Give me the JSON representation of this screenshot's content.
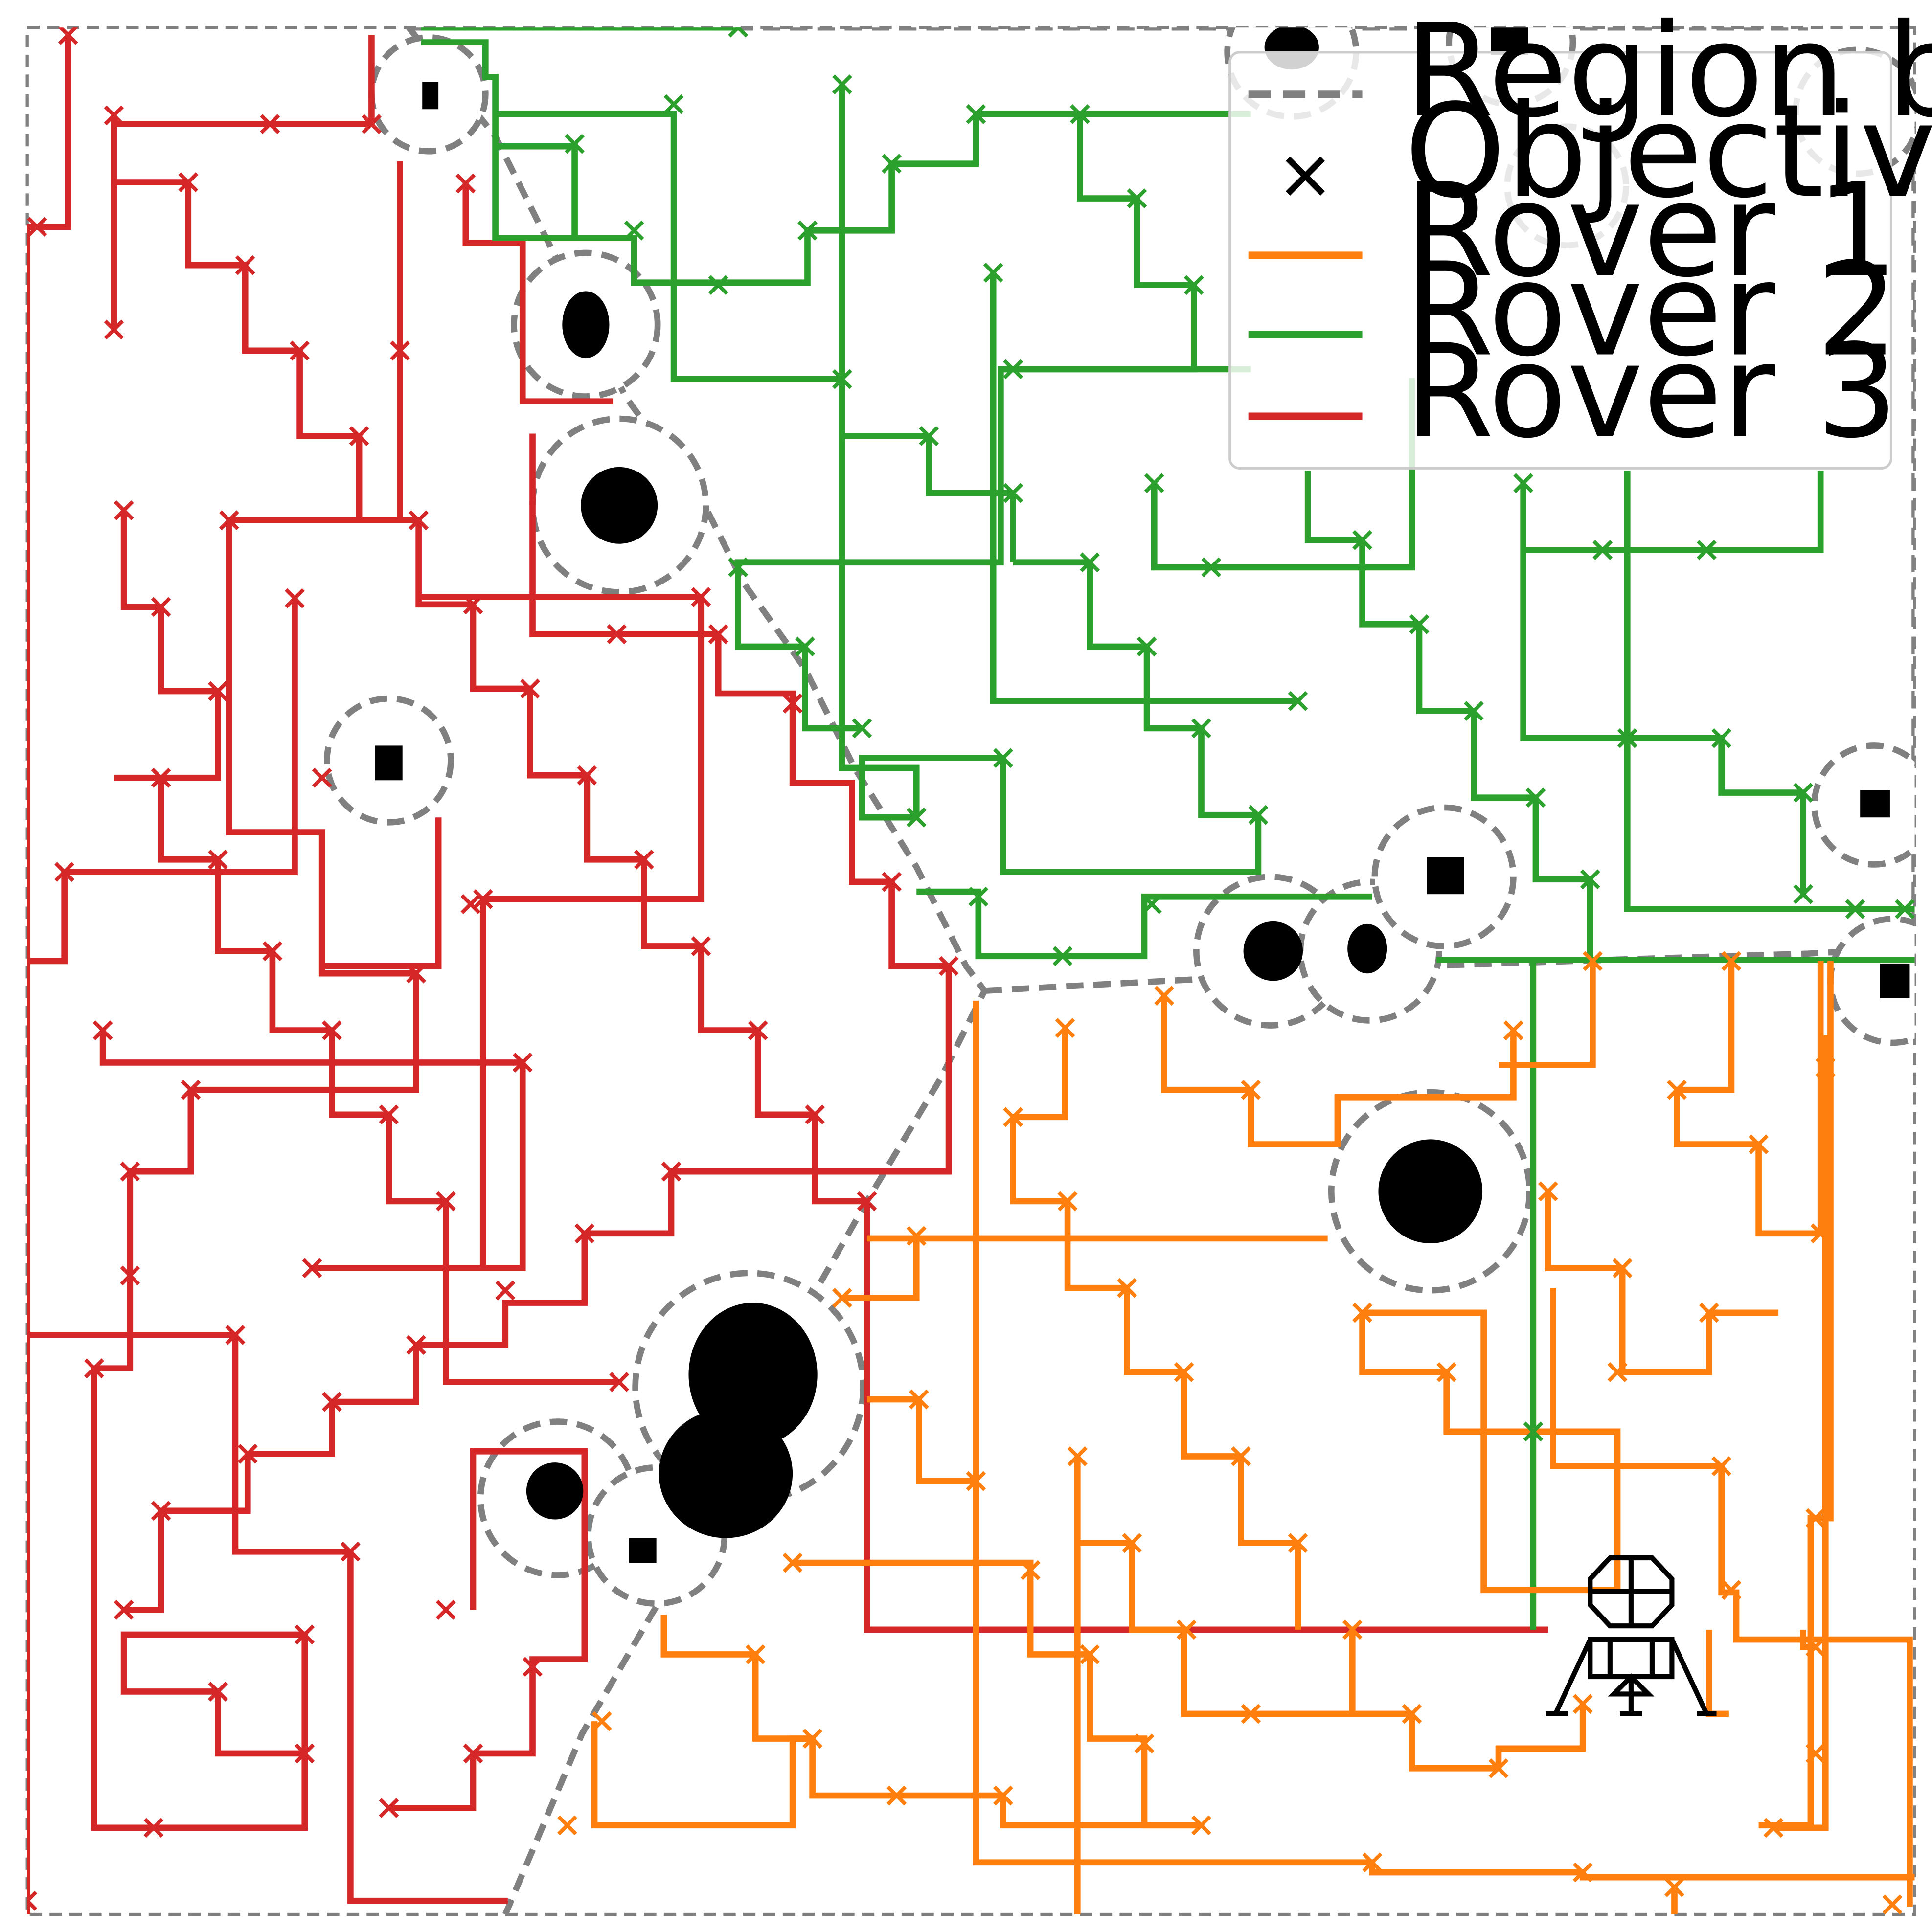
{
  "colors": {
    "boundary": "#808080",
    "hazard": "#000000",
    "rover_1": "#ff7f0e",
    "rover_2": "#2ca02c",
    "rover_3": "#d62728",
    "lander": "#000000"
  },
  "legend": {
    "boundary_label": "Region boundary",
    "objective_label": "Objective",
    "rover_1_label": "Rover 1",
    "rover_2_label": "Rover 2",
    "rover_3_label": "Rover 3"
  },
  "icons": {
    "objective": "x-marker-icon",
    "lander": "lunar-lander-icon"
  }
}
